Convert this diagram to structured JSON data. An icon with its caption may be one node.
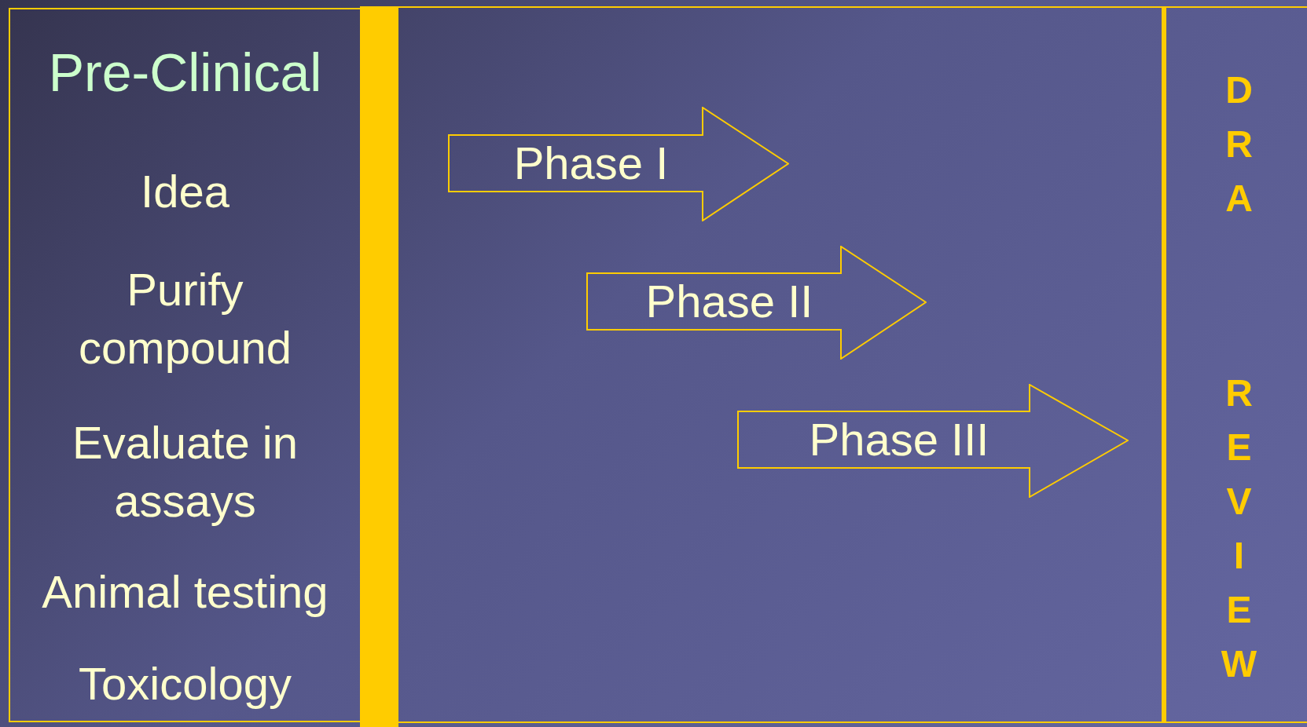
{
  "diagram": {
    "nodes": [
      {
        "text": [
          "Pre-Clinical",
          "Idea",
          "Purify compound",
          "Evaluate in assays",
          "Animal testing",
          "Toxicology"
        ]
      },
      {
        "text": [],
        "shape": "bar"
      },
      {
        "text": [
          "Phase I"
        ]
      },
      {
        "text": [
          "Phase II"
        ]
      },
      {
        "text": [
          "Phase III"
        ]
      },
      {
        "text": [
          "DRA REVIEW"
        ]
      }
    ],
    "edges": []
  }
}
